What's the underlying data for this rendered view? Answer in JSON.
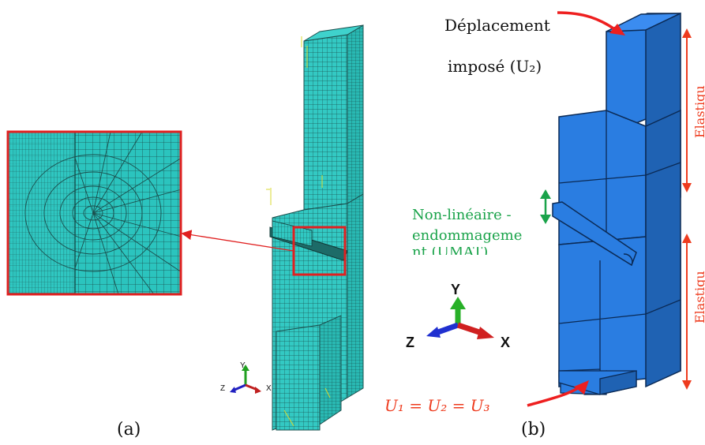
{
  "captions": {
    "a": "(a)",
    "b": "(b)"
  },
  "annotations": {
    "displacement_line1": "Déplacement",
    "displacement_line2": "imposé (U₂)",
    "nonlinear_line1": "Non-linéaire -",
    "nonlinear_line2": "endommageme",
    "nonlinear_line3": "nt (UMAT)",
    "boundary_condition": "U₁ = U₂ = U₃",
    "elastic_upper": "Elastiqu",
    "elastic_lower": "Elastiqu"
  },
  "triad_large": {
    "y": "Y",
    "z": "Z",
    "x": "X"
  },
  "triad_small": {
    "y": "Y",
    "z": "Z",
    "x": "X"
  },
  "colors": {
    "mesh_fill": "#2ec6c0",
    "mesh_line": "#1b4f4d",
    "solid_blue": "#2a7de1",
    "solid_blue_dark": "#1f62b3",
    "solid_blue_light": "#3b8cf0",
    "annotation_red": "#ee3b1e",
    "annotation_green": "#1aa34a",
    "detail_frame": "#e02020"
  }
}
